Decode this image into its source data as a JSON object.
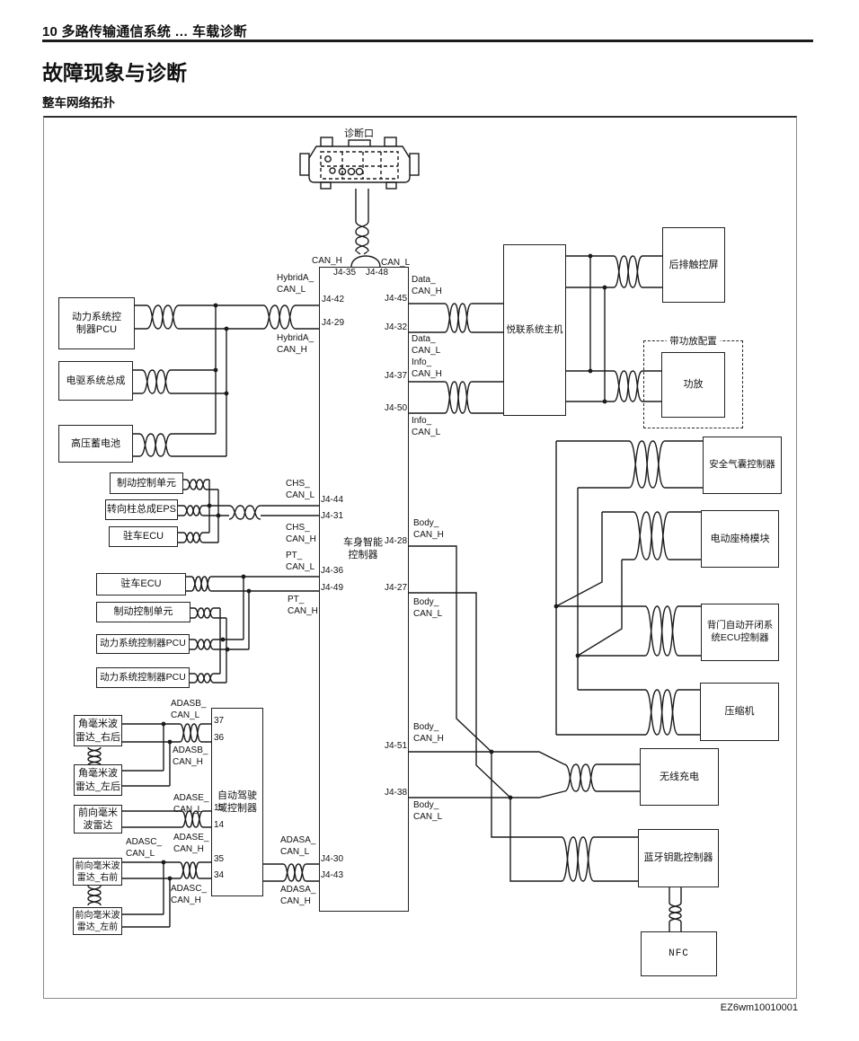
{
  "page": {
    "header": "10 多路传输通信系统 … 车载诊断",
    "title": "故障现象与诊断",
    "subtitle": "整车网络拓扑",
    "figure_code": "EZ6wm10010001"
  },
  "diagram": {
    "connector_label": "诊断口",
    "amp_config_label": "带功放配置",
    "boxes": [
      "动力系统控\n制器PCU",
      "电驱系统总成",
      "高压蓄电池",
      "制动控制单元",
      "转向柱总成EPS",
      "驻车ECU",
      "驻车ECU",
      "制动控制单元",
      "动力系统控制器PCU",
      "动力系统控制器PCU",
      "角毫米波\n雷达_右后",
      "角毫米波\n雷达_左后",
      "前向毫米\n波雷达",
      "前向毫米波\n雷达_右前",
      "前向毫米波\n雷达_左前",
      "自动驾驶\n域控制器",
      "车身智能\n控制器",
      "悦联系统主机",
      "后排触控屏",
      "功放",
      "安全气囊控制器",
      "电动座椅模块",
      "背门自动开闭系\n统ECU控制器",
      "压缩机",
      "无线充电",
      "蓝牙钥匙控制器",
      "NFC"
    ],
    "nets": [
      "CAN_H",
      "CAN_L",
      "HybridA_\nCAN_L",
      "HybridA_\nCAN_H",
      "CHS_\nCAN_L",
      "CHS_\nCAN_H",
      "PT_\nCAN_L",
      "PT_\nCAN_H",
      "ADASB_\nCAN_L",
      "ADASB_\nCAN_H",
      "ADASE_\nCAN_L",
      "ADASE_\nCAN_H",
      "ADASC_\nCAN_L",
      "ADASC_\nCAN_H",
      "ADASA_\nCAN_L",
      "ADASA_\nCAN_H",
      "Data_\nCAN_H",
      "Data_\nCAN_L",
      "Info_\nCAN_H",
      "Info_\nCAN_L",
      "Body_\nCAN_H",
      "Body_\nCAN_L",
      "Body_\nCAN_H",
      "Body_\nCAN_L"
    ],
    "pins": [
      "J4-35",
      "J4-48",
      "J4-42",
      "J4-29",
      "J4-44",
      "J4-31",
      "J4-36",
      "J4-49",
      "J4-30",
      "J4-43",
      "J4-45",
      "J4-32",
      "J4-37",
      "J4-50",
      "J4-28",
      "J4-27",
      "J4-51",
      "J4-38",
      "37",
      "36",
      "15",
      "14",
      "35",
      "34"
    ]
  }
}
